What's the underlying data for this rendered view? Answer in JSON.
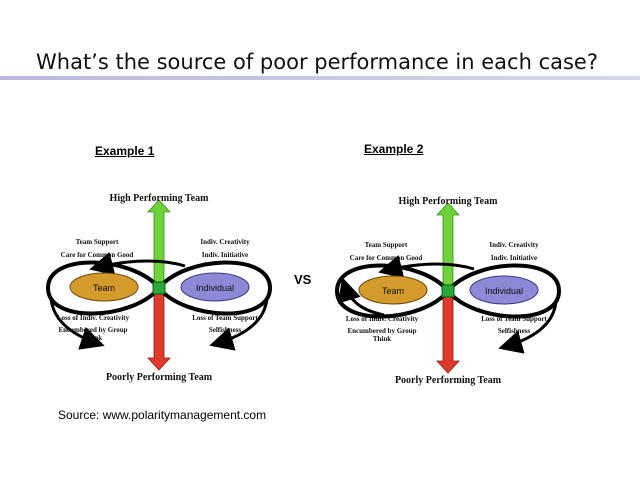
{
  "slide": {
    "title": "What’s the source of poor performance in each case?",
    "vs_label": "VS",
    "source": "Source: www.polaritymanagement.com"
  },
  "colors": {
    "team_fill": "#d49a2c",
    "individual_fill": "#8c8ad6",
    "up_arrow": "#6fd23a",
    "down_arrow": "#e03a2c",
    "rule": "#b9b9dc"
  },
  "examples": [
    {
      "label": "Example 1",
      "high": "High Performing Team",
      "poor": "Poorly Performing Team",
      "team": "Team",
      "individual": "Individual",
      "team_upside_1": "Team Support",
      "team_upside_2": "Care for Common Good",
      "indiv_upside_1": "Indiv. Creativity",
      "indiv_upside_2": "Indiv. Initiative",
      "team_downside_1": "Loss of Indiv. Creativity",
      "team_downside_2": "Encumbered by Group",
      "team_downside_3": "Think",
      "indiv_downside_1": "Loss of Team Support",
      "indiv_downside_2": "Selfishness"
    },
    {
      "label": "Example 2",
      "high": "High Performing Team",
      "poor": "Poorly Performing Team",
      "team": "Team",
      "individual": "Individual",
      "team_upside_1": "Team Support",
      "team_upside_2": "Care for Common Good",
      "indiv_upside_1": "Indiv. Creativity",
      "indiv_upside_2": "Indiv. Initiative",
      "team_downside_1": "Loss of Indiv. Creativity",
      "team_downside_2": "Encumbered by Group",
      "team_downside_3": "Think",
      "indiv_downside_1": "Loss of Team Support",
      "indiv_downside_2": "Selfishness"
    }
  ]
}
